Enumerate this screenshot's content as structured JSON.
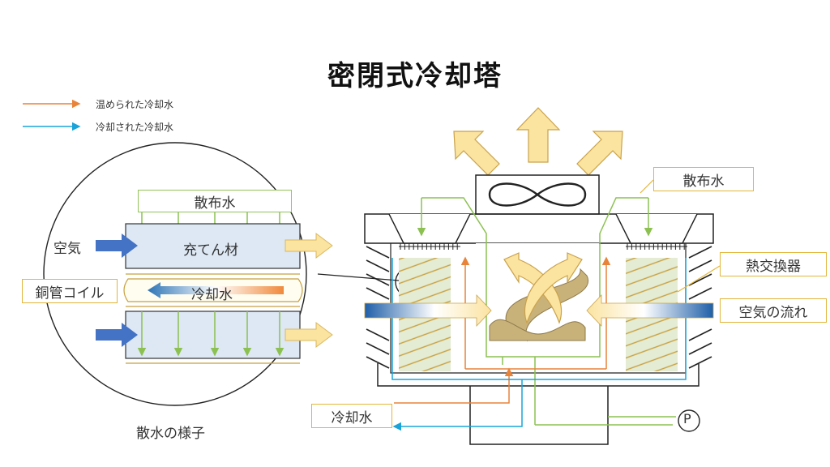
{
  "title": "密閉式冷却塔",
  "legend": {
    "warm": "温められた冷却水",
    "cool": "冷却された冷却水"
  },
  "detail": {
    "spray_water": "散布水",
    "air": "空気",
    "fill": "充てん材",
    "copper_coil": "銅管コイル",
    "cooling_water": "冷却水",
    "caption": "散水の様子"
  },
  "tower": {
    "spray_water": "散布水",
    "heat_exchanger": "熱交換器",
    "air_flow": "空気の流れ",
    "cooling_water": "冷却水",
    "pump": "P"
  },
  "colors": {
    "warm": "#e8843a",
    "cool": "#1aa3d9",
    "spray": "#8cc152",
    "air_arrow": "#fbe3a0",
    "inlet_arrow": "#4472c4",
    "label_border": "#e3b53a",
    "fill_panel": "#dde8f4",
    "exchanger": "#e4ecd4"
  }
}
